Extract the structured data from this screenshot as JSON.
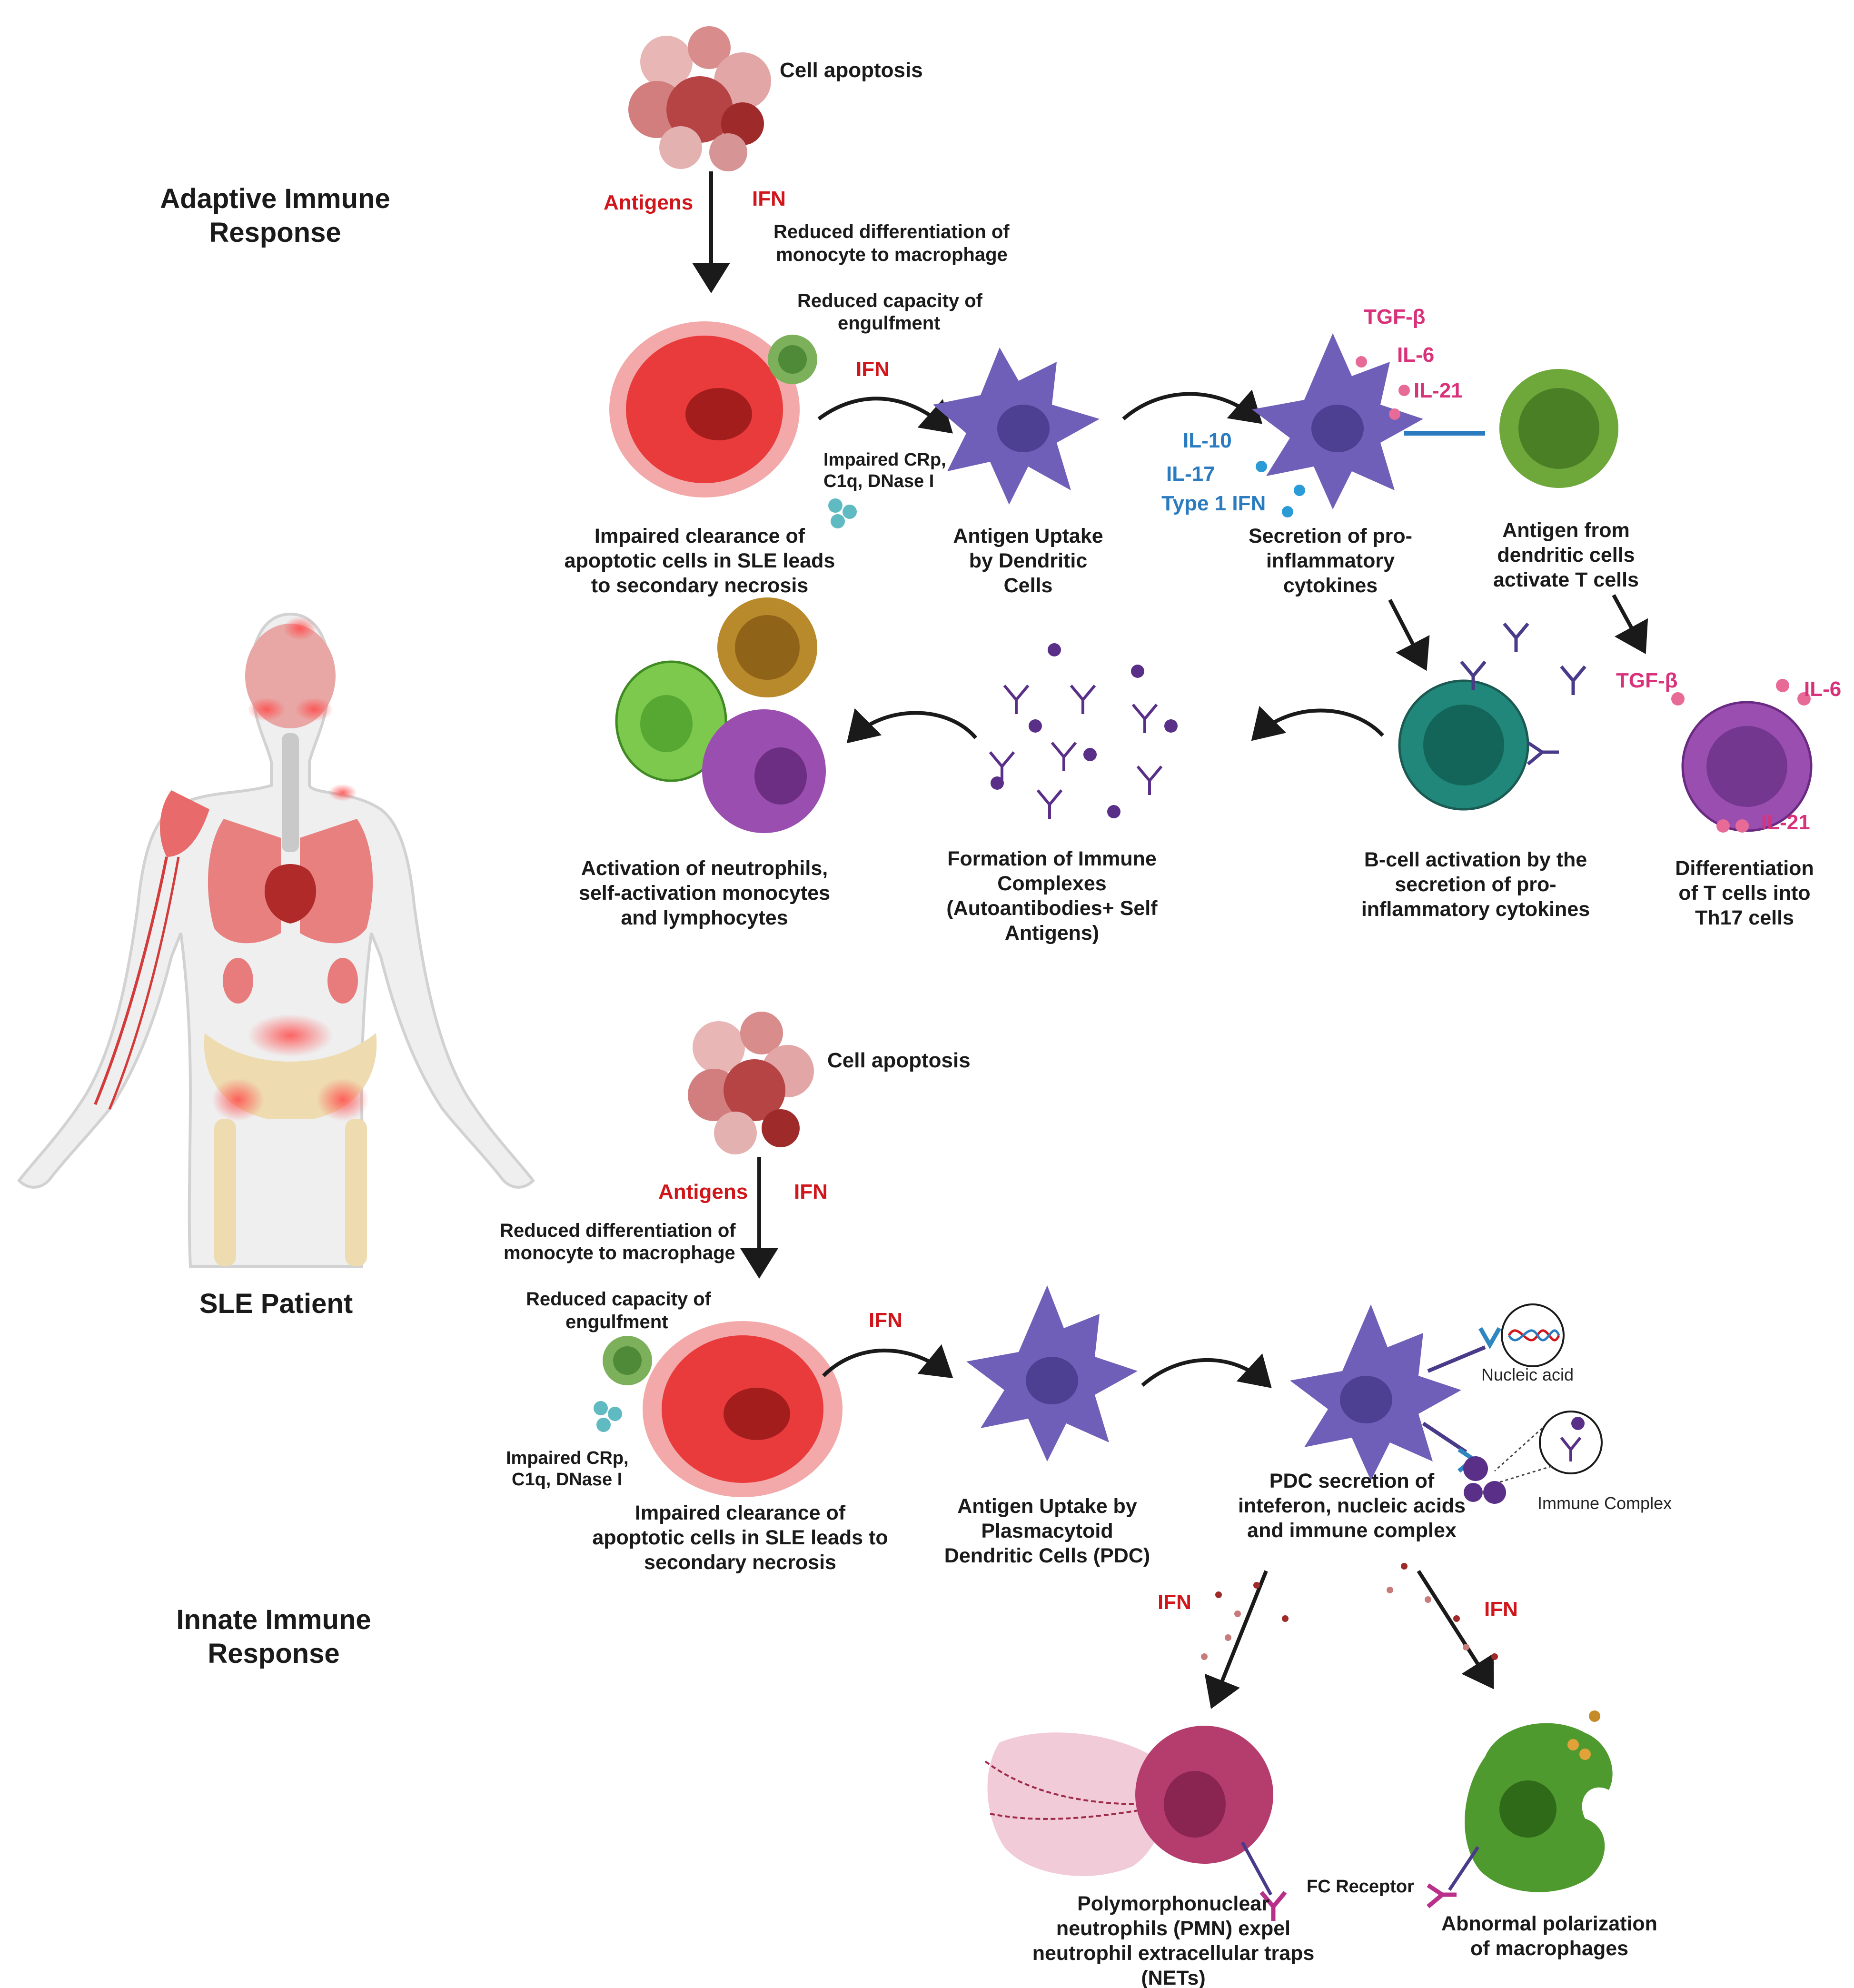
{
  "sections": {
    "adaptive": [
      "Adaptive Immune",
      "Response"
    ],
    "innate": [
      "Innate Immune",
      "Response"
    ],
    "patient": "SLE Patient"
  },
  "adaptive": {
    "apoptosis": "Cell apoptosis",
    "antigens": "Antigens",
    "ifn": "IFN",
    "reduced_diff": [
      "Reduced differentiation of",
      "monocyte to macrophage"
    ],
    "reduced_capacity": [
      "Reduced capacity of",
      "engulfment"
    ],
    "ifn2": "IFN",
    "impaired_crp": [
      "Impaired CRp,",
      "C1q, DNase I"
    ],
    "impaired_clearance": [
      "Impaired clearance of",
      "apoptotic cells in SLE leads",
      "to secondary necrosis"
    ],
    "antigen_uptake": [
      "Antigen Uptake",
      "by Dendritic",
      "Cells"
    ],
    "tgf": "TGF-β",
    "il6": "IL-6",
    "il21": "IL-21",
    "il10": "IL-10",
    "il17": "IL-17",
    "type1ifn": "Type 1 IFN",
    "secretion": [
      "Secretion of pro-",
      "inflammatory",
      "cytokines"
    ],
    "antigen_from": [
      "Antigen from",
      "dendritic cells",
      "activate T cells"
    ],
    "tgf2": "TGF-β",
    "il6b": "IL-6",
    "il21b": "IL-21",
    "activation": [
      "Activation of neutrophils,",
      "self-activation monocytes",
      "and lymphocytes"
    ],
    "formation": [
      "Formation of Immune",
      "Complexes",
      "(Autoantibodies+ Self",
      "Antigens)"
    ],
    "bcell": [
      "B-cell activation by the",
      "secretion of pro-",
      "inflammatory cytokines"
    ],
    "differentiation": [
      "Differentiation",
      "of T cells into",
      "Th17 cells"
    ]
  },
  "innate": {
    "apoptosis": "Cell apoptosis",
    "antigens": "Antigens",
    "ifn": "IFN",
    "reduced_diff": [
      "Reduced differentiation of",
      "monocyte to macrophage"
    ],
    "reduced_capacity": [
      "Reduced capacity of",
      "engulfment"
    ],
    "ifn2": "IFN",
    "impaired_crp": [
      "Impaired CRp,",
      "C1q, DNase I"
    ],
    "impaired_clearance": [
      "Impaired clearance of",
      "apoptotic cells in SLE leads to",
      "secondary necrosis"
    ],
    "antigen_uptake": [
      "Antigen Uptake by",
      "Plasmacytoid",
      "Dendritic Cells (PDC)"
    ],
    "nucleic_acid": "Nucleic acid",
    "immune_complex": "Immune Complex",
    "pdc": [
      "PDC secretion of",
      "inteferon, nucleic acids",
      "and immune complex"
    ],
    "ifn3": "IFN",
    "ifn4": "IFN",
    "pmn": [
      "Polymorphonuclear",
      "neutrophils (PMN) expel",
      "neutrophil extracellular traps",
      "(NETs)"
    ],
    "fc": "FC Receptor",
    "macrophages": [
      "Abnormal polarization",
      "of macrophages"
    ]
  },
  "colors": {
    "label": "#1a1a1a",
    "ifn_red": "#d0161a",
    "cytokine_pink": "#d8327a",
    "cytokine_blue": "#2a7bbf",
    "dendritic": "#6f5fb8",
    "necrotic": "#ea3a3a",
    "tcell": "#6ea83a",
    "bcell": "#21877a",
    "th17": "#9a4fb0",
    "neutrophil": "#7cc94e",
    "monocyte": "#b98a2c",
    "macrophage": "#4f9a2e",
    "pmn": "#b53d6e"
  }
}
